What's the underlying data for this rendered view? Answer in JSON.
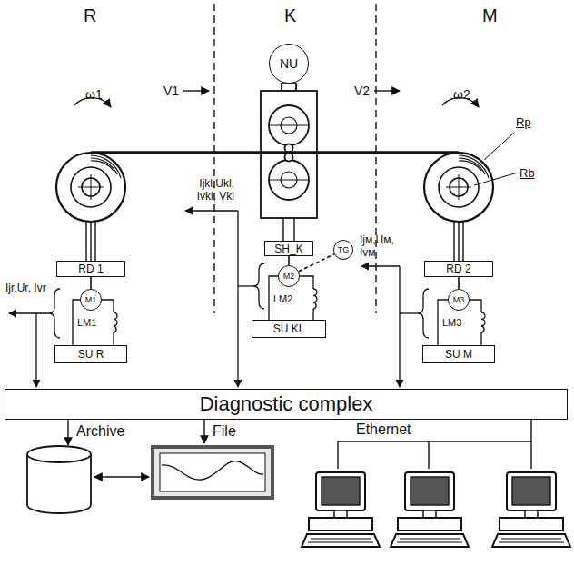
{
  "diagram": {
    "nodes": [
      {
        "text": [
          "NU"
        ]
      },
      {
        "text": [
          "RD 1"
        ]
      },
      {
        "text": [
          "SH_K"
        ]
      },
      {
        "text": [
          "RD 2"
        ]
      },
      {
        "text": [
          "TG"
        ]
      },
      {
        "text": [
          "M1"
        ]
      },
      {
        "text": [
          "M2"
        ]
      },
      {
        "text": [
          "M3"
        ]
      },
      {
        "text": [
          "SU R"
        ]
      },
      {
        "text": [
          "SU KL"
        ]
      },
      {
        "text": [
          "SU M"
        ]
      },
      {
        "text": [
          "Diagnostic complex"
        ]
      }
    ],
    "edges": [
      {
        "from": 1,
        "to": 5,
        "arrow": "none"
      },
      {
        "from": 2,
        "to": 6,
        "arrow": "none"
      },
      {
        "from": 6,
        "to": 4,
        "arrow": "none"
      },
      {
        "from": 3,
        "to": 7,
        "arrow": "none"
      }
    ],
    "labels": [
      "R",
      "K",
      "M",
      "V1",
      "V2",
      "ω1",
      "ω2",
      "Rp",
      "Rb",
      "Ijr,Ur, Ivr",
      "Ijkl,Ukl, Ivkl, Vkl",
      "Ijм,Uм, Ivм",
      "LM1",
      "LM2",
      "LM3",
      "Archive",
      "File",
      "Ethernet"
    ]
  }
}
